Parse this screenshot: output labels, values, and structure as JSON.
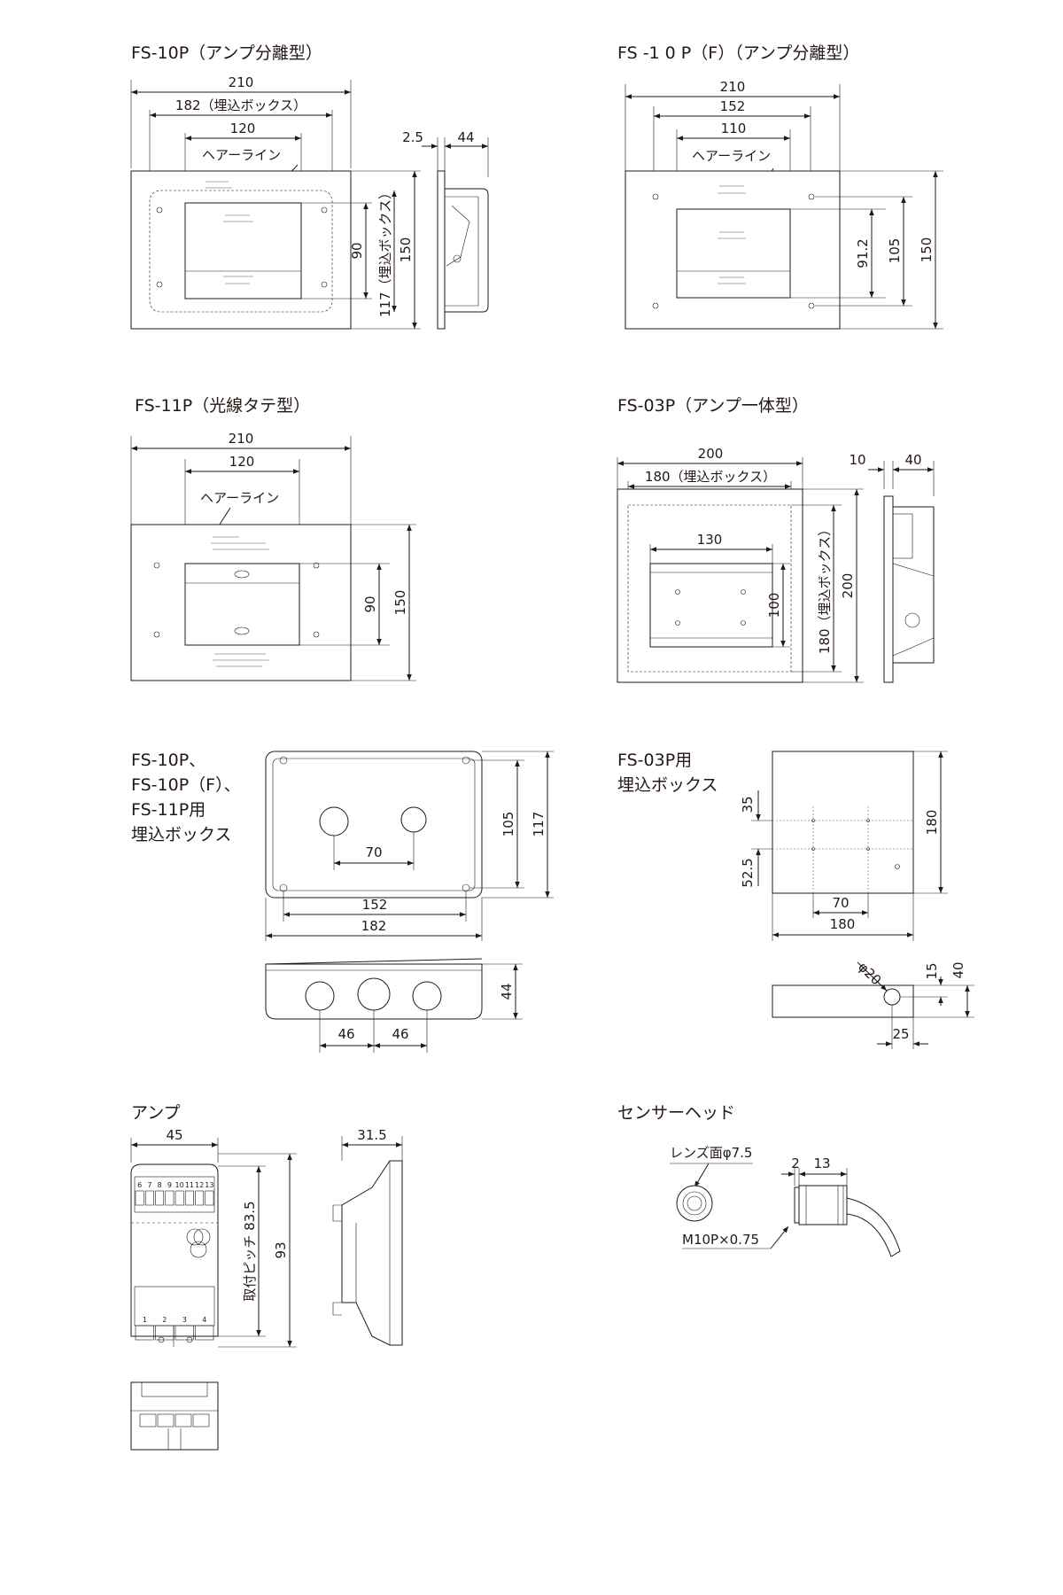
{
  "fs10p": {
    "title": "FS-10P（アンプ分離型）",
    "d_210": "210",
    "d_182": "182（埋込ボックス）",
    "d_120": "120",
    "d_25": "2.5",
    "d_44": "44",
    "hairline": "ヘアーライン",
    "d_90": "90",
    "d_117": "117（埋込ボックス）",
    "d_150": "150"
  },
  "fs10pf": {
    "title": "FS -1 0 P（F）（アンプ分離型）",
    "d_210": "210",
    "d_152": "152",
    "d_110": "110",
    "hairline": "ヘアーライン",
    "d_912": "91.2",
    "d_105": "105",
    "d_150": "150"
  },
  "fs11p": {
    "title": "FS-11P（光線タテ型）",
    "d_210": "210",
    "d_120": "120",
    "hairline": "ヘアーライン",
    "d_90": "90",
    "d_150": "150"
  },
  "fs03p": {
    "title": "FS-03P（アンプ一体型）",
    "d_200": "200",
    "d_180": "180（埋込ボックス）",
    "d_10": "10",
    "d_40": "40",
    "d_130": "130",
    "d_100": "100",
    "d_180v": "180（埋込ボックス）",
    "d_200v": "200"
  },
  "box1": {
    "title_lines": [
      "FS-10P、",
      "FS-10P（F）、",
      "FS-11P用",
      "埋込ボックス"
    ],
    "d_70": "70",
    "d_152": "152",
    "d_182": "182",
    "d_105": "105",
    "d_117": "117",
    "d_44": "44",
    "d_46a": "46",
    "d_46b": "46"
  },
  "box2": {
    "title_lines": [
      "FS-03P用",
      "埋込ボックス"
    ],
    "d_35": "35",
    "d_525": "52.5",
    "d_180": "180",
    "d_70": "70",
    "d_180h": "180",
    "d_phi20": "φ20",
    "d_15": "15",
    "d_40": "40",
    "d_25": "25"
  },
  "amp": {
    "title": "アンプ",
    "d_45": "45",
    "d_315": "31.5",
    "d_835": "取付ピッチ 83.5",
    "d_93": "93",
    "top_terms": [
      "6",
      "7",
      "8",
      "9",
      "10",
      "11",
      "12",
      "13"
    ],
    "bottom_terms": [
      "1",
      "2",
      "3",
      "4"
    ]
  },
  "sensor": {
    "title": "センサーヘッド",
    "lens": "レンズ面φ7.5",
    "thread": "M10P×0.75",
    "d_2": "2",
    "d_13": "13"
  },
  "colors": {
    "line": "#231815",
    "background": "#ffffff"
  }
}
